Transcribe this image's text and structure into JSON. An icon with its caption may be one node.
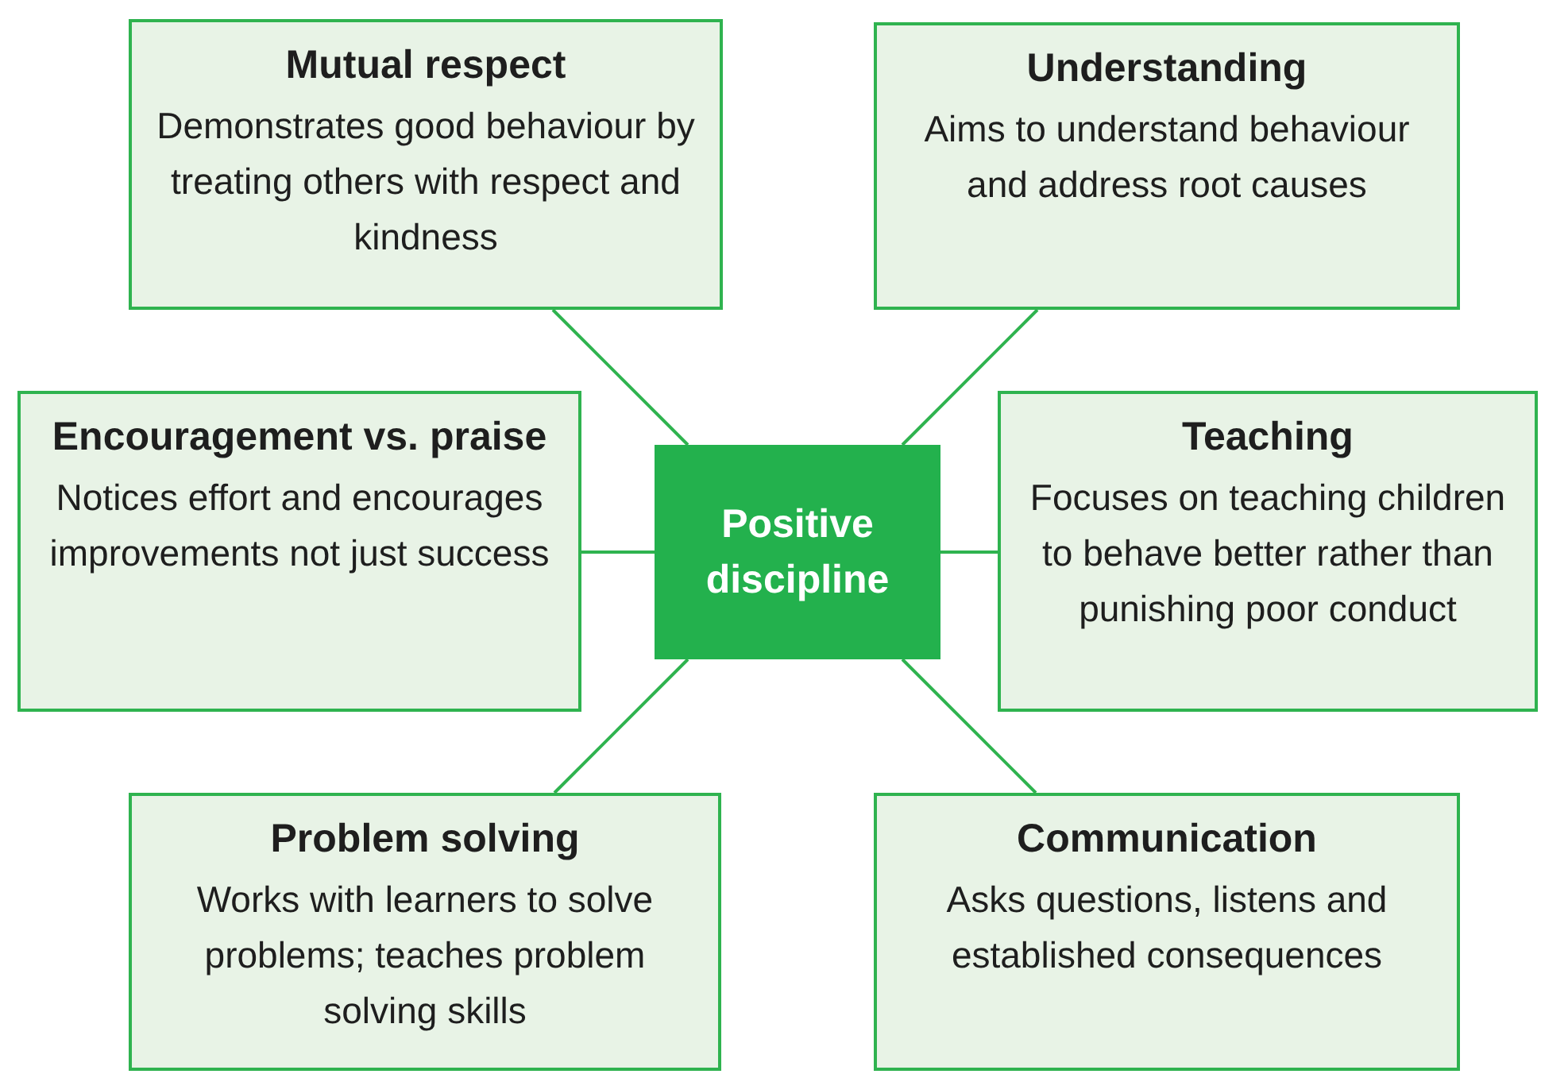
{
  "diagram": {
    "nodes": [
      {
        "text": [
          "Mutual respect",
          "Demonstrates good behaviour by treating others with respect and kindness"
        ]
      },
      {
        "text": [
          "Understanding",
          "Aims to understand behaviour and address root causes"
        ]
      },
      {
        "text": [
          "Encouragement vs. praise",
          "Notices effort and encourages improvements not just success"
        ]
      },
      {
        "text": [
          "Positive discipline"
        ]
      },
      {
        "text": [
          "Teaching",
          "Focuses on teaching children to behave better rather than punishing poor conduct"
        ]
      },
      {
        "text": [
          "Problem solving",
          "Works with learners to solve problems; teaches problem solving skills"
        ]
      },
      {
        "text": [
          "Communication",
          "Asks questions, listens and established consequences"
        ]
      }
    ],
    "edges": [
      {
        "from": 3,
        "to": 0,
        "arrow": "none"
      },
      {
        "from": 3,
        "to": 1,
        "arrow": "none"
      },
      {
        "from": 3,
        "to": 2,
        "arrow": "none"
      },
      {
        "from": 3,
        "to": 4,
        "arrow": "none"
      },
      {
        "from": 3,
        "to": 5,
        "arrow": "none"
      },
      {
        "from": 3,
        "to": 6,
        "arrow": "none"
      }
    ]
  }
}
